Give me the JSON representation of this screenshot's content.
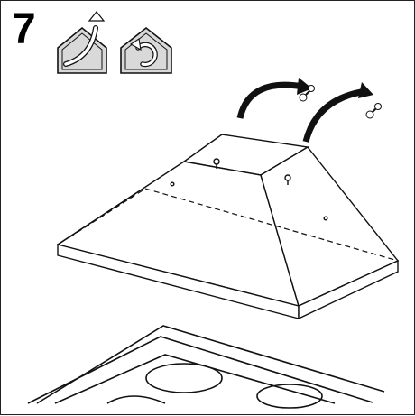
{
  "step": {
    "number": "7"
  },
  "icons": {
    "mode_icons": [
      "extraction-mode-icon",
      "recirculation-mode-icon"
    ]
  },
  "illustration": {
    "subject": "cooker-hood-mounting",
    "parts": [
      "cooker-hood-canopy",
      "screw",
      "cooktop-hob"
    ]
  },
  "colors": {
    "line": "#111111",
    "icon_fill": "#d9d9d9",
    "background": "#ffffff"
  }
}
